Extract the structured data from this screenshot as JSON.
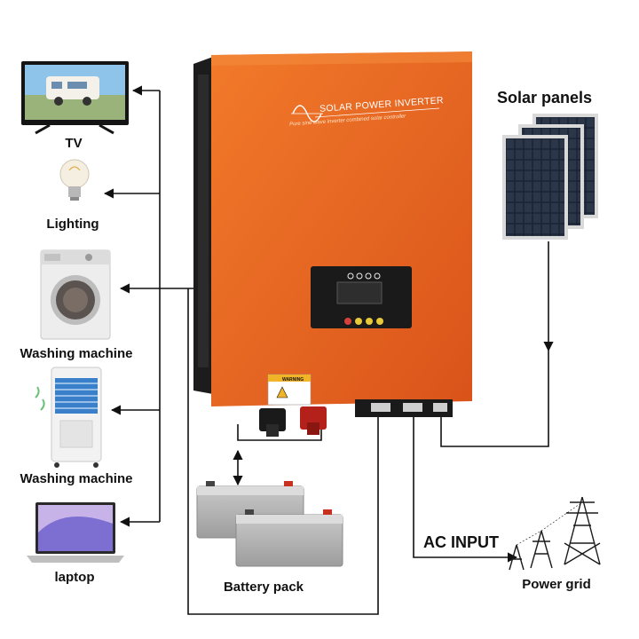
{
  "devices": {
    "tv": {
      "label": "TV"
    },
    "lighting": {
      "label": "Lighting"
    },
    "washing_machine": {
      "label": "Washing machine"
    },
    "air_cooler": {
      "label": "Washing machine"
    },
    "laptop": {
      "label": "laptop"
    }
  },
  "inverter": {
    "title": "SOLAR POWER INVERTER",
    "subtitle": "Pure sine wave inverter combined solar controller",
    "warning": "WARNING"
  },
  "sources": {
    "solar": {
      "label": "Solar panels"
    },
    "grid": {
      "label": "Power grid"
    },
    "ac_input": {
      "label": "AC INPUT"
    },
    "battery": {
      "label": "Battery pack"
    }
  },
  "colors": {
    "inverter_orange": "#e8631c",
    "panel_blue": "#1c2331",
    "wire": "#111111"
  }
}
